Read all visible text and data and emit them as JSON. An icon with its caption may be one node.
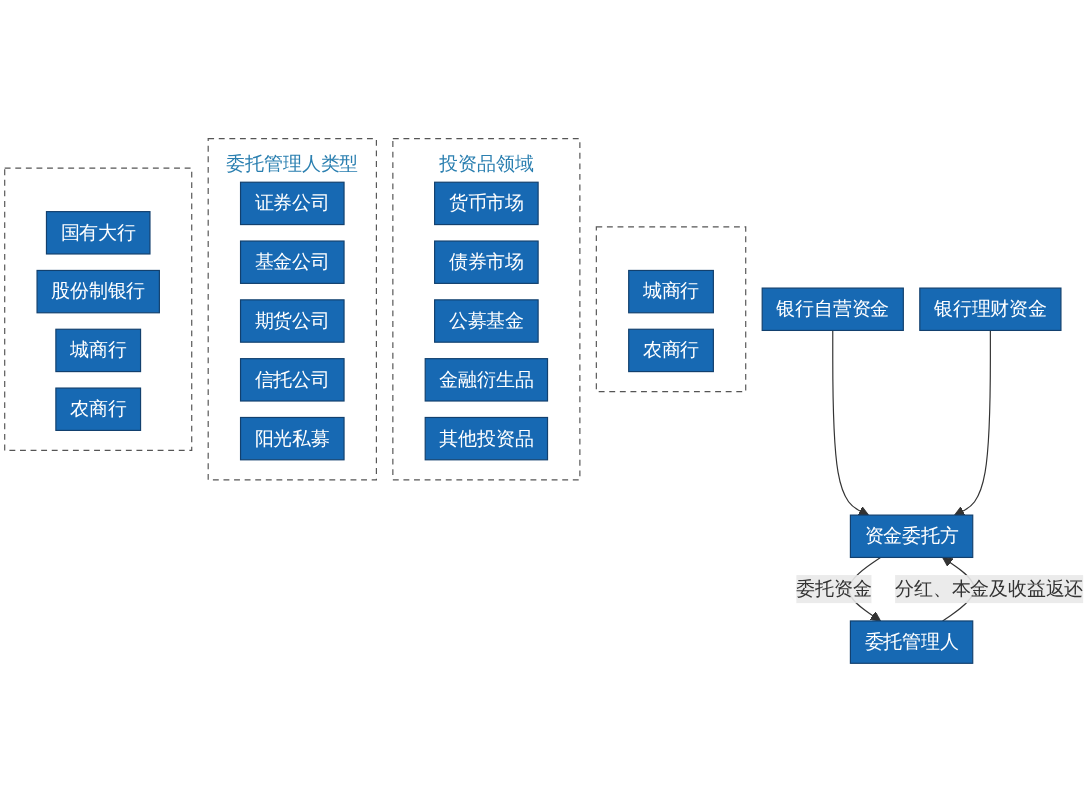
{
  "diagram": {
    "nodes": [
      {
        "text": [],
        "shape": "box"
      },
      {
        "text": [
          "城商行"
        ],
        "in": 0
      },
      {
        "text": [
          "农商行"
        ],
        "in": 0
      },
      {
        "text": [
          "银行自营资金"
        ]
      },
      {
        "text": [
          "资金委托方"
        ]
      },
      {
        "text": [
          "委托管理人"
        ]
      },
      {
        "text": [
          "投资品领域"
        ]
      },
      {
        "text": [
          "货币市场"
        ],
        "in": 6
      },
      {
        "text": [
          "债券市场"
        ],
        "in": 6
      },
      {
        "text": [
          "公募基金"
        ],
        "in": 6
      },
      {
        "text": [
          "金融衍生品"
        ],
        "in": 6
      },
      {
        "text": [
          "其他投资品"
        ],
        "in": 6
      },
      {
        "text": [
          "委托管理人类型"
        ]
      },
      {
        "text": [
          "证券公司"
        ],
        "in": 12
      },
      {
        "text": [
          "基金公司"
        ],
        "in": 12
      },
      {
        "text": [
          "期货公司"
        ],
        "in": 12
      },
      {
        "text": [
          "信托公司"
        ],
        "in": 12
      },
      {
        "text": [
          "阳光私募"
        ],
        "in": 12
      },
      {
        "text": [
          "银行理财资金"
        ]
      },
      {
        "text": [],
        "shape": "box"
      },
      {
        "text": [
          "国有大行"
        ],
        "in": 19
      },
      {
        "text": [
          "股份制银行"
        ],
        "in": 19
      },
      {
        "text": [
          "城商行"
        ],
        "in": 19
      },
      {
        "text": [
          "农商行"
        ],
        "in": 19
      }
    ],
    "edges": [
      {
        "from": 3,
        "to": 4,
        "arrow": "to"
      },
      {
        "from": 18,
        "to": 4,
        "arrow": "to"
      },
      {
        "from": 4,
        "to": 5,
        "arrow": "to",
        "label": "委托资金"
      },
      {
        "from": 5,
        "to": 4,
        "arrow": "to",
        "label": "分红、本金及收益返还"
      }
    ]
  }
}
